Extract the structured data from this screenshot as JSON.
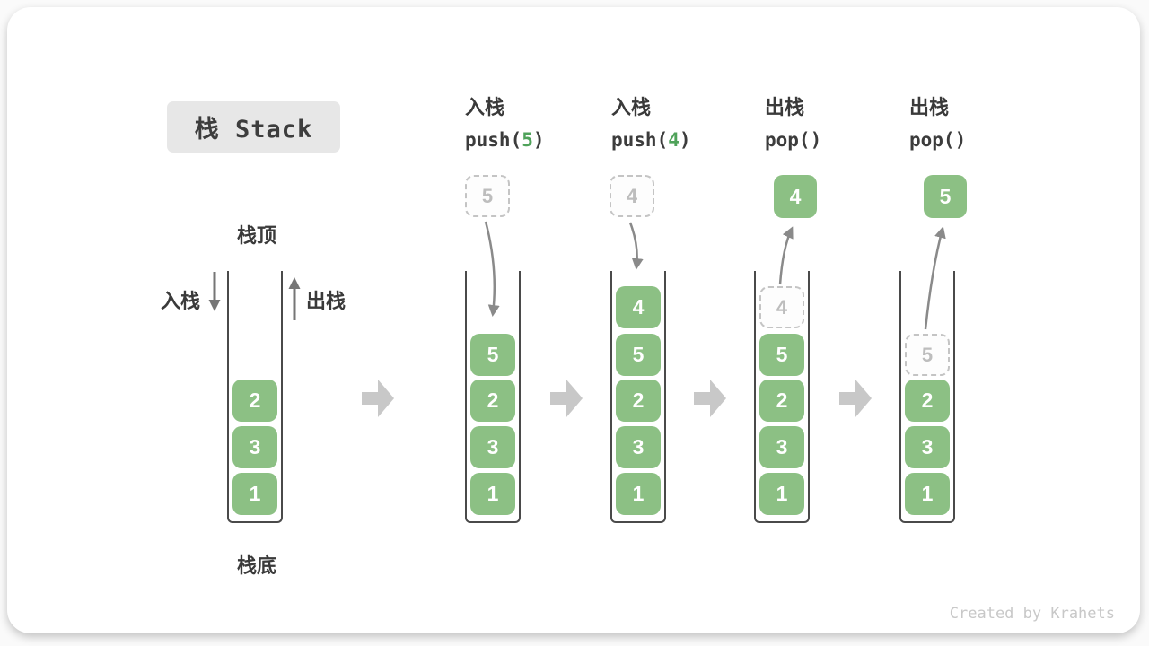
{
  "title": "栈 Stack",
  "watermark": "Created by Krahets",
  "labels": {
    "stack_top": "栈顶",
    "stack_bottom": "栈底",
    "push_side": "入栈",
    "pop_side": "出栈"
  },
  "colors": {
    "item_green": "#8cc084",
    "code_arg_green": "#4fa25a",
    "container_border": "#4a4a4a",
    "curved_arrow_gray": "#8a8a8a",
    "side_arrow_gray": "#767676",
    "block_arrow_gray": "#c8c8c8",
    "ghost_gray": "#bdbdbd",
    "title_bg": "#e7e7e7",
    "text_dark": "#3a3a3a"
  },
  "operations": [
    {
      "name": "push-5",
      "line1": "入栈",
      "code_pre": "push(",
      "code_arg": "5",
      "code_post": ")"
    },
    {
      "name": "push-4",
      "line1": "入栈",
      "code_pre": "push(",
      "code_arg": "4",
      "code_post": ")"
    },
    {
      "name": "pop-first",
      "line1": "出栈",
      "code_pre": "pop(",
      "code_arg": "",
      "code_post": ")"
    },
    {
      "name": "pop-second",
      "line1": "出栈",
      "code_pre": "pop(",
      "code_arg": "",
      "code_post": ")"
    }
  ],
  "stages": [
    {
      "name": "initial",
      "items": [
        "2",
        "3",
        "1"
      ]
    },
    {
      "name": "after-push-5",
      "floating_value": "5",
      "items": [
        "5",
        "2",
        "3",
        "1"
      ]
    },
    {
      "name": "after-push-4",
      "floating_value": "4",
      "items": [
        "4",
        "5",
        "2",
        "3",
        "1"
      ]
    },
    {
      "name": "after-pop-4",
      "popped_value": "4",
      "ghost_value": "4",
      "items": [
        "5",
        "2",
        "3",
        "1"
      ]
    },
    {
      "name": "after-pop-5",
      "popped_value": "5",
      "ghost_value": "5",
      "items": [
        "2",
        "3",
        "1"
      ]
    }
  ]
}
